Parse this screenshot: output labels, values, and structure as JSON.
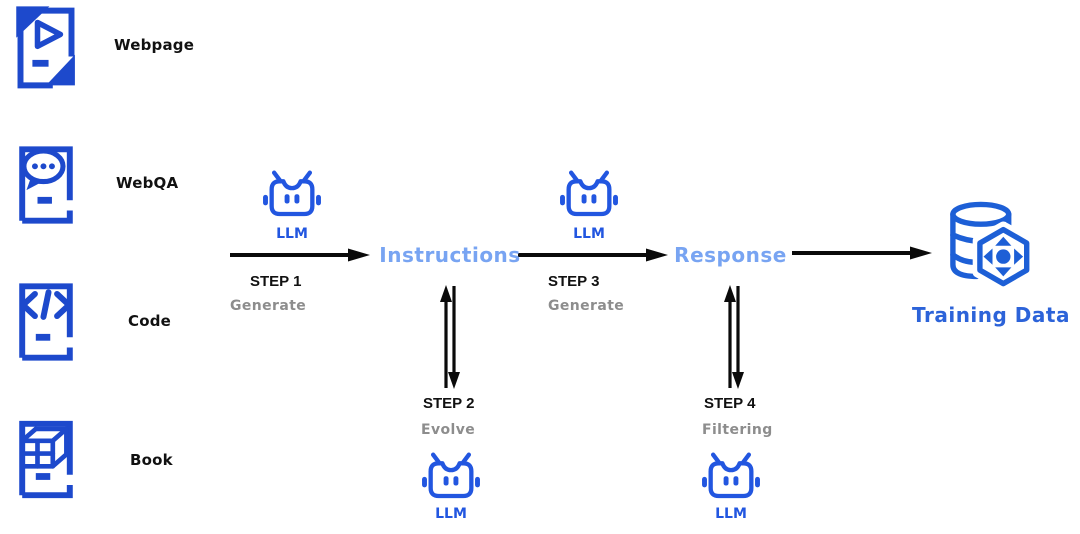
{
  "palette": {
    "icon_blue": "#1d49cc",
    "robot_blue": "#2256e0",
    "light_blue": "#78a4f2",
    "training_blue": "#2c63d9",
    "training_icon_blue": "#1d5fd6",
    "gray_text": "#8d8d8d",
    "arrow_black": "#0a0a0a"
  },
  "sources": [
    {
      "label": "Webpage",
      "icon": "webpage-play-icon"
    },
    {
      "label": "WebQA",
      "icon": "chat-page-icon"
    },
    {
      "label": "Code",
      "icon": "code-page-icon"
    },
    {
      "label": "Book",
      "icon": "cube-page-icon"
    }
  ],
  "pipeline": {
    "llm_label": "LLM",
    "stage1": {
      "step": "STEP 1",
      "action": "Generate",
      "output": "Instructions"
    },
    "stage2": {
      "step": "STEP 2",
      "action": "Evolve"
    },
    "stage3": {
      "step": "STEP 3",
      "action": "Generate",
      "output": "Response"
    },
    "stage4": {
      "step": "STEP 4",
      "action": "Filtering"
    },
    "result": {
      "label": "Training Data",
      "icon": "database-icon"
    }
  }
}
